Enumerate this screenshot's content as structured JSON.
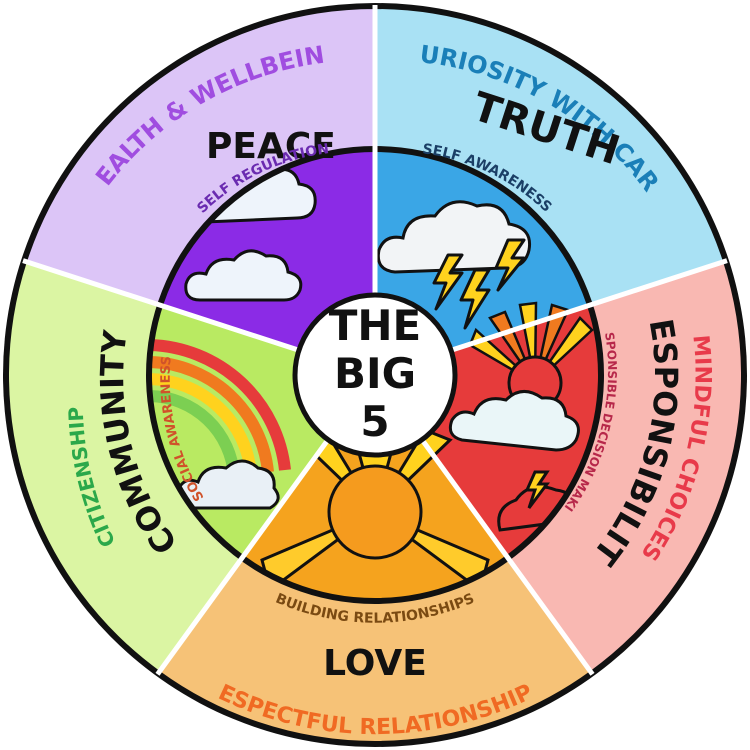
{
  "center": {
    "lines": [
      "THE",
      "BIG",
      "5"
    ]
  },
  "segments": {
    "peace": {
      "category": "HEALTH & WELLBEING",
      "title": "PEACE",
      "skill": "SELF REGULATION",
      "colors": {
        "outer": "#dcc5f7",
        "inner": "#8b2be6",
        "category": "#a04de0",
        "skill": "#6a2bb0"
      }
    },
    "truth": {
      "category": "CURIOSITY WITH CARE",
      "title": "TRUTH",
      "skill": "SELF AWARENESS",
      "colors": {
        "outer": "#a9e1f4",
        "inner": "#3aa6e6",
        "category": "#1a7fb8",
        "skill": "#1b3f66"
      }
    },
    "responsibility": {
      "category": "MINDFUL CHOICES",
      "title": "RESPONSIBILITY",
      "skill": "RESPONSIBLE DECISION MAKING",
      "colors": {
        "outer": "#f9b8b2",
        "inner": "#e63b3b",
        "category": "#e83a4a",
        "skill": "#b7284a"
      }
    },
    "love": {
      "category": "RESPECTFUL RELATIONSHIPS",
      "title": "LOVE",
      "skill": "BUILDING RELATIONSHIPS",
      "colors": {
        "outer": "#f6c277",
        "inner": "#f5a31e",
        "category": "#f06a23",
        "skill": "#7a4a12"
      }
    },
    "community": {
      "category": "CITIZENSHIP",
      "title": "COMMUNITY",
      "skill": "SOCIAL AWARENESS",
      "colors": {
        "outer": "#dbf5a3",
        "inner": "#b9ea62",
        "category": "#2ba84a",
        "skill": "#d0522a"
      }
    }
  }
}
